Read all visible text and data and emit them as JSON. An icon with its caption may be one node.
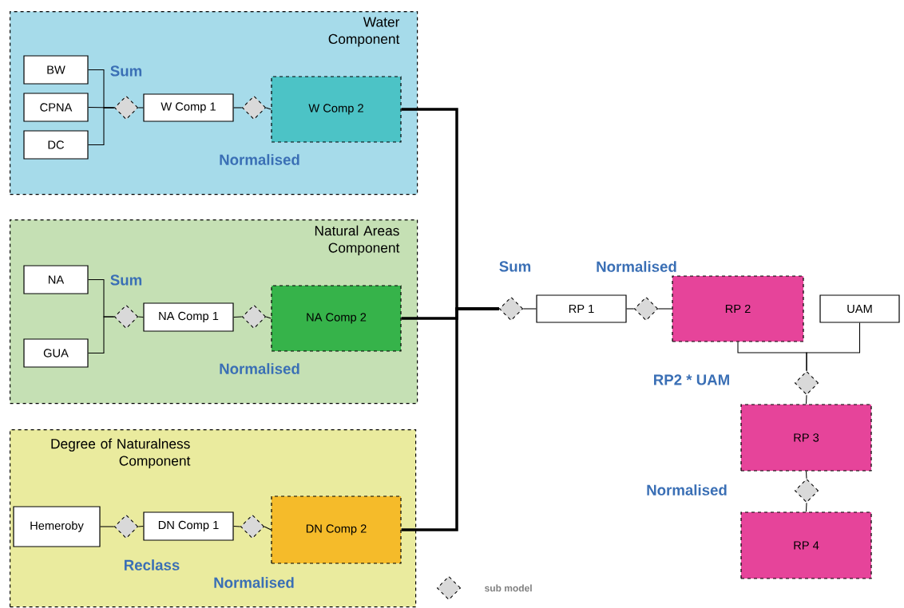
{
  "diagram": {
    "nodes": [
      {
        "text": [
          "Water Component"
        ]
      },
      {
        "text": [
          "BW"
        ],
        "in": 0
      },
      {
        "text": [
          "CPNA"
        ],
        "in": 0
      },
      {
        "text": [
          "DC"
        ],
        "in": 0
      },
      {
        "text": [],
        "shape": "diamond",
        "in": 0
      },
      {
        "text": [
          "W Comp 1"
        ],
        "in": 0
      },
      {
        "text": [],
        "shape": "diamond",
        "in": 0
      },
      {
        "text": [
          "W Comp 2"
        ],
        "in": 0
      },
      {
        "text": [
          "Natural Areas Component"
        ]
      },
      {
        "text": [
          "NA"
        ],
        "in": 8
      },
      {
        "text": [
          "GUA"
        ],
        "in": 8
      },
      {
        "text": [],
        "shape": "diamond",
        "in": 8
      },
      {
        "text": [
          "NA Comp 1"
        ],
        "in": 8
      },
      {
        "text": [],
        "shape": "diamond",
        "in": 8
      },
      {
        "text": [
          "NA Comp 2"
        ],
        "in": 8
      },
      {
        "text": [
          "Degree of Naturalness Component"
        ]
      },
      {
        "text": [
          "Hemeroby"
        ],
        "in": 15
      },
      {
        "text": [],
        "shape": "diamond",
        "in": 15
      },
      {
        "text": [
          "DN Comp 1"
        ],
        "in": 15
      },
      {
        "text": [],
        "shape": "diamond",
        "in": 15
      },
      {
        "text": [
          "DN Comp 2"
        ],
        "in": 15
      },
      {
        "text": [],
        "shape": "diamond"
      },
      {
        "text": [
          "RP 1"
        ]
      },
      {
        "text": [],
        "shape": "diamond"
      },
      {
        "text": [
          "RP 2"
        ]
      },
      {
        "text": [
          "UAM"
        ]
      },
      {
        "text": [],
        "shape": "diamond"
      },
      {
        "text": [
          "RP 3"
        ]
      },
      {
        "text": [],
        "shape": "diamond"
      },
      {
        "text": [
          "RP 4"
        ]
      }
    ],
    "edges": [
      {
        "from": 1,
        "to": 4,
        "arrow": "none"
      },
      {
        "from": 2,
        "to": 4,
        "arrow": "none"
      },
      {
        "from": 3,
        "to": 4,
        "arrow": "none"
      },
      {
        "from": 4,
        "to": 5,
        "arrow": "none"
      },
      {
        "from": 5,
        "to": 6,
        "arrow": "none"
      },
      {
        "from": 6,
        "to": 7,
        "arrow": "none"
      },
      {
        "from": 9,
        "to": 11,
        "arrow": "none"
      },
      {
        "from": 10,
        "to": 11,
        "arrow": "none"
      },
      {
        "from": 11,
        "to": 12,
        "arrow": "none"
      },
      {
        "from": 12,
        "to": 13,
        "arrow": "none"
      },
      {
        "from": 13,
        "to": 14,
        "arrow": "none"
      },
      {
        "from": 16,
        "to": 17,
        "arrow": "none"
      },
      {
        "from": 17,
        "to": 18,
        "arrow": "none"
      },
      {
        "from": 18,
        "to": 19,
        "arrow": "none"
      },
      {
        "from": 19,
        "to": 20,
        "arrow": "none"
      },
      {
        "from": 7,
        "to": 21,
        "arrow": "none",
        "style": "thick"
      },
      {
        "from": 14,
        "to": 21,
        "arrow": "none",
        "style": "thick"
      },
      {
        "from": 20,
        "to": 21,
        "arrow": "none",
        "style": "thick"
      },
      {
        "from": 21,
        "to": 22,
        "arrow": "none"
      },
      {
        "from": 22,
        "to": 23,
        "arrow": "none"
      },
      {
        "from": 23,
        "to": 24,
        "arrow": "none"
      },
      {
        "from": 24,
        "to": 26,
        "arrow": "none"
      },
      {
        "from": 25,
        "to": 26,
        "arrow": "none"
      },
      {
        "from": 26,
        "to": 27,
        "arrow": "none"
      },
      {
        "from": 27,
        "to": 28,
        "arrow": "none"
      },
      {
        "from": 28,
        "to": 29,
        "arrow": "none"
      }
    ],
    "labels": [
      "Sum",
      "Normalised",
      "Sum",
      "Normalised",
      "Reclass",
      "Normalised",
      "Sum",
      "Normalised",
      "RP2 * UAM",
      "Normalised"
    ],
    "legend": [
      {
        "text": "sub model"
      }
    ]
  }
}
